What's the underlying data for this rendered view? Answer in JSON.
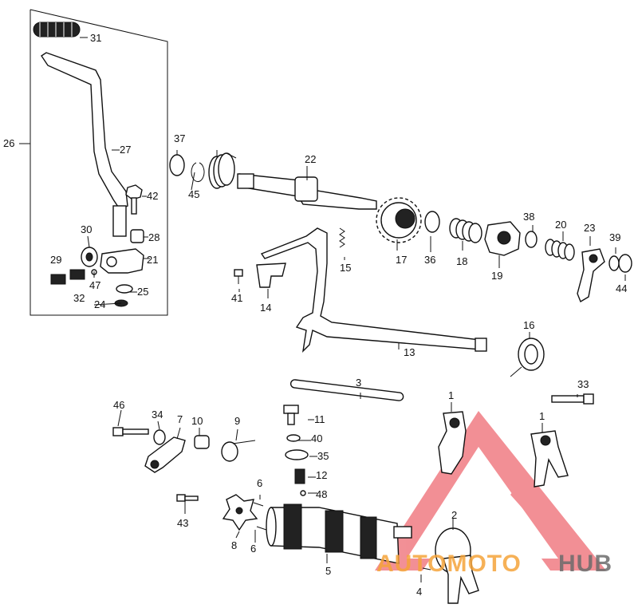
{
  "callouts": [
    "1",
    "1",
    "2",
    "3",
    "4",
    "5",
    "6",
    "6",
    "7",
    "8",
    "9",
    "10",
    "11",
    "12",
    "13",
    "14",
    "15",
    "16",
    "17",
    "18",
    "19",
    "20",
    "21",
    "22",
    "23",
    "24",
    "25",
    "26",
    "27",
    "28",
    "29",
    "30",
    "31",
    "32",
    "33",
    "34",
    "35",
    "36",
    "37",
    "38",
    "39",
    "40",
    "41",
    "42",
    "43",
    "44",
    "45",
    "46",
    "47",
    "48",
    "48"
  ],
  "watermark": {
    "part1": "AUTOMOTO",
    "part2": "HUB",
    "color_logo": "#e8343f",
    "color_auto": "#f4a33a",
    "color_hub": "#6b6b6b"
  }
}
